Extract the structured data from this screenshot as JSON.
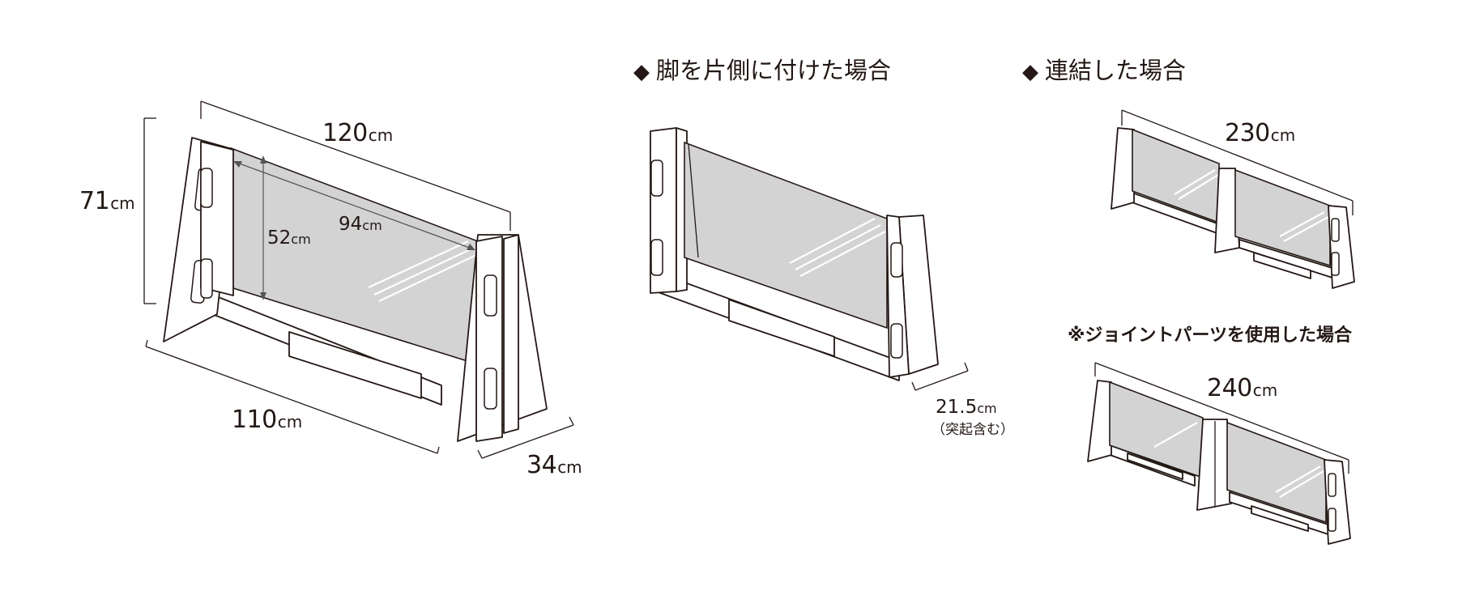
{
  "main_view": {
    "width_top": {
      "num": "120",
      "unit": "cm"
    },
    "height": {
      "num": "71",
      "unit": "cm"
    },
    "panel_height": {
      "num": "52",
      "unit": "cm"
    },
    "panel_width": {
      "num": "94",
      "unit": "cm"
    },
    "width_bottom": {
      "num": "110",
      "unit": "cm"
    },
    "depth": {
      "num": "34",
      "unit": "cm"
    }
  },
  "one_side_view": {
    "heading": "脚を片側に付けた場合",
    "depth": {
      "num": "21.5",
      "unit": "cm"
    },
    "depth_note": "（突起含む）"
  },
  "linked_view": {
    "heading": "連結した場合",
    "width": {
      "num": "230",
      "unit": "cm"
    }
  },
  "joint_view": {
    "note": "※ジョイントパーツを使用した場合",
    "width": {
      "num": "240",
      "unit": "cm"
    }
  },
  "icons": {
    "heading_marker": "diamond-bullet-icon"
  }
}
